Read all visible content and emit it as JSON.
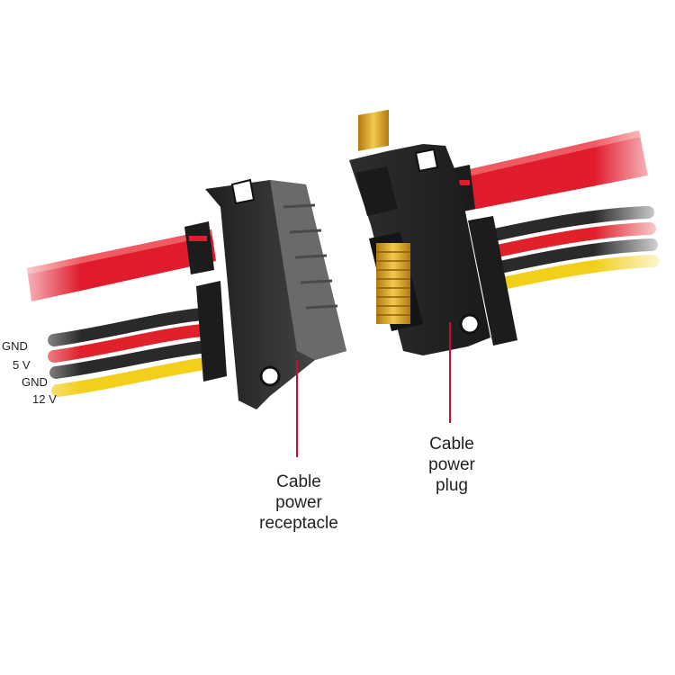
{
  "wire_labels": [
    {
      "text": "GND",
      "color": "#2a2a2a"
    },
    {
      "text": "5 V",
      "color": "#e0202a"
    },
    {
      "text": "GND",
      "color": "#2a2a2a"
    },
    {
      "text": "12 V",
      "color": "#f2cf1a"
    }
  ],
  "callouts": {
    "receptacle": {
      "line1": "Cable",
      "line2": "power",
      "line3": "receptacle"
    },
    "plug": {
      "line1": "Cable",
      "line2": "power",
      "line3": "plug"
    }
  },
  "colors": {
    "data_cable": "#e01b2c",
    "connector_body": "#2b2b2b",
    "contacts": "#d9a520",
    "callout_line": "#c8102e"
  }
}
